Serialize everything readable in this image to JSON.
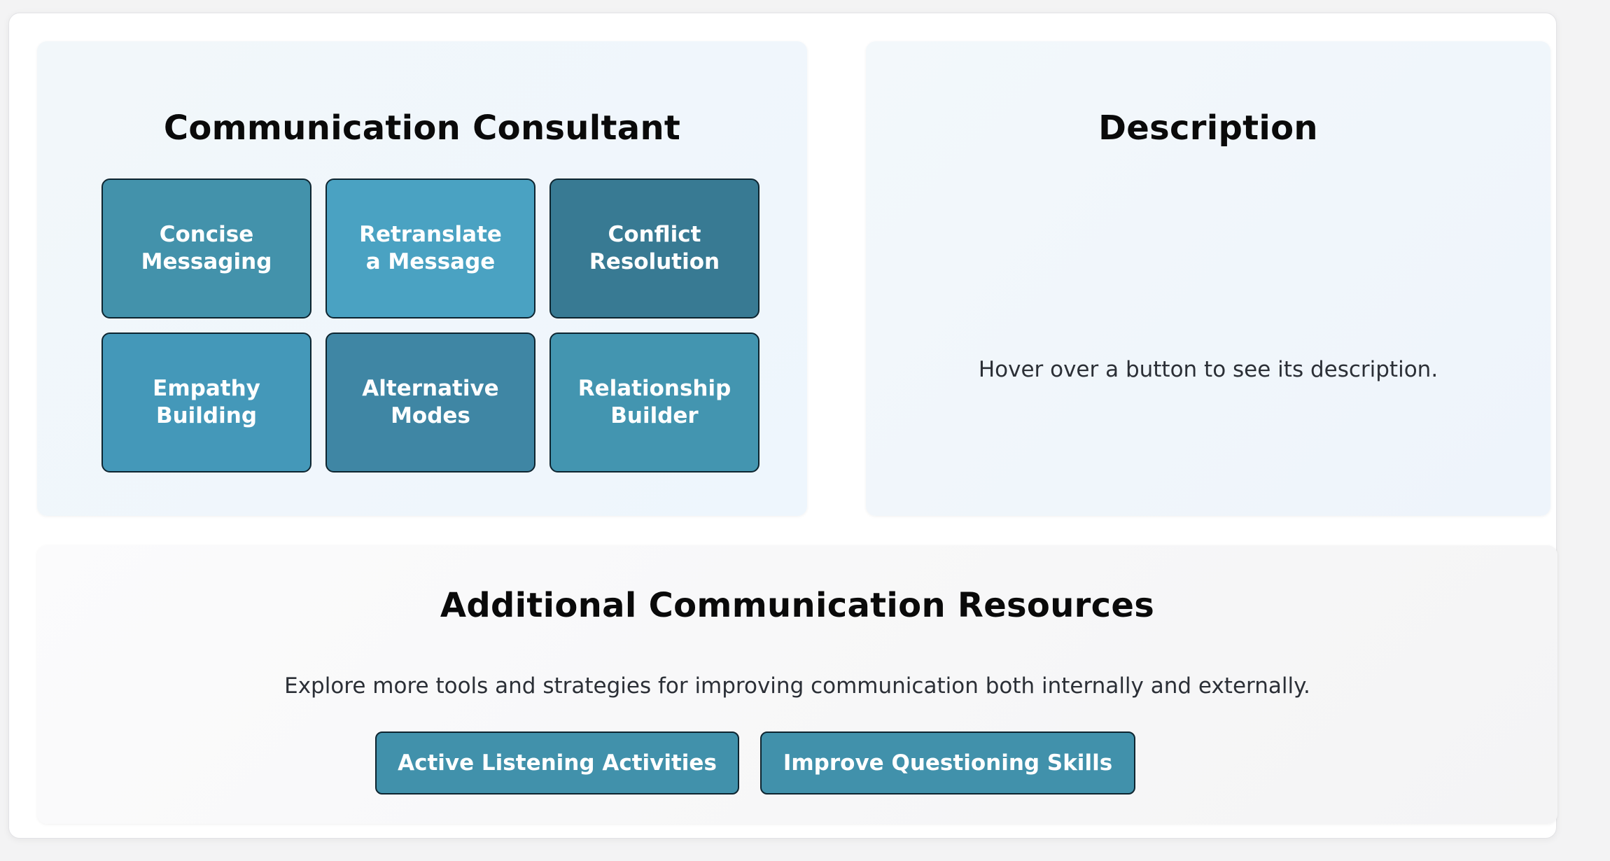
{
  "consultant": {
    "title": "Communication Consultant",
    "tools": [
      {
        "label": "Concise\nMessaging",
        "color": "#4392ab"
      },
      {
        "label": "Retranslate\na Message",
        "color": "#4aa2c2"
      },
      {
        "label": "Conflict\nResolution",
        "color": "#387a93"
      },
      {
        "label": "Empathy\nBuilding",
        "color": "#4498b9"
      },
      {
        "label": "Alternative\nModes",
        "color": "#3f86a4"
      },
      {
        "label": "Relationship\nBuilder",
        "color": "#4395b0"
      }
    ]
  },
  "description": {
    "title": "Description",
    "text": "Hover over a button to see its description."
  },
  "resources": {
    "title": "Additional Communication Resources",
    "subtitle": "Explore more tools and strategies for improving communication both internally and externally.",
    "buttons": [
      {
        "label": "Active Listening Activities"
      },
      {
        "label": "Improve Questioning Skills"
      }
    ]
  }
}
